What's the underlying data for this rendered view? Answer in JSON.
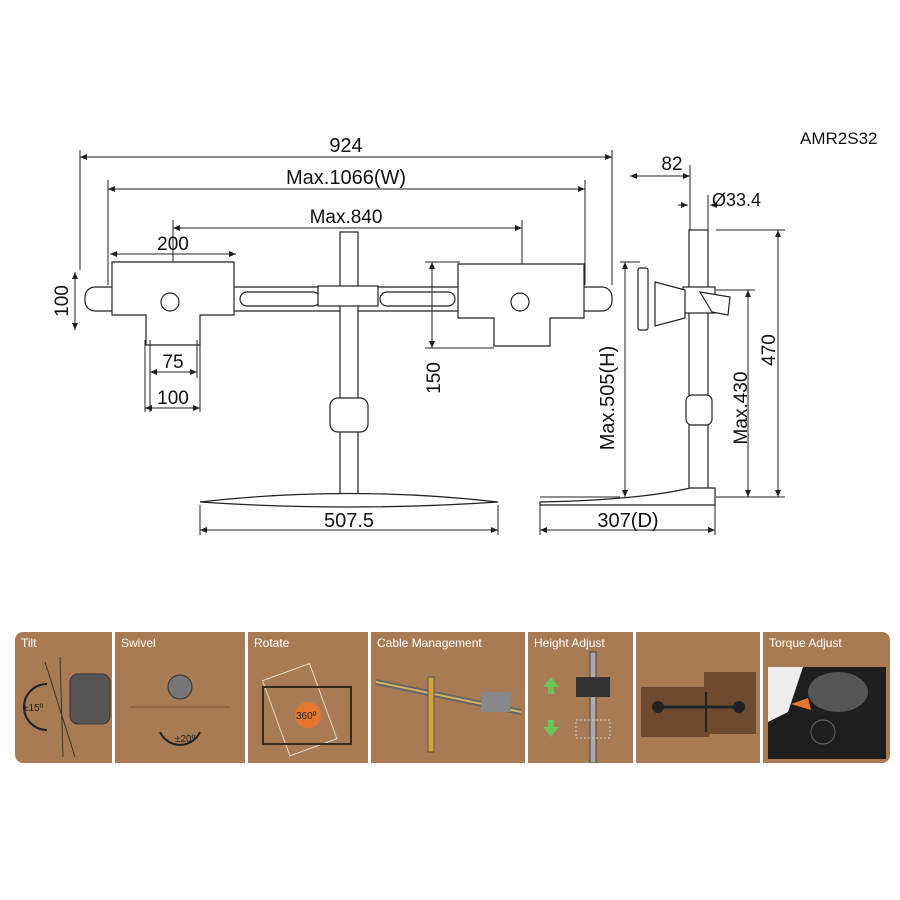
{
  "model": "AMR2S32",
  "dimensions": {
    "overall_width": "924",
    "max_width": "Max.1066(W)",
    "max_center": "Max.840",
    "vesa_width_200": "200",
    "vesa_height_100": "100",
    "vesa_75": "75",
    "vesa_100": "100",
    "height_150": "150",
    "base_width": "507.5",
    "arm_offset": "82",
    "pole_diameter": "Ø33.4",
    "pole_height": "470",
    "max_mount_height": "Max.430",
    "max_height": "Max.505(H)",
    "base_depth": "307(D)"
  },
  "features": [
    {
      "label": "Tilt",
      "badge": "±15º"
    },
    {
      "label": "Swivel",
      "badge": "±20º"
    },
    {
      "label": "Rotate",
      "badge": "360º"
    },
    {
      "label": "Cable  Management"
    },
    {
      "label": "Height Adjust"
    },
    {
      "label": ""
    },
    {
      "label": "Torque Adjust"
    }
  ],
  "colors": {
    "panel": "#a97b54",
    "arrow_green": "#6fbf5a",
    "arrow_orange": "#e8772e"
  }
}
